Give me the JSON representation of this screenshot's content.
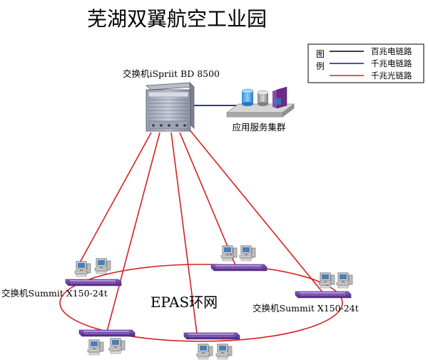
{
  "title": "芜湖双翼航空工业园",
  "core_switch_label": "交换机iSpriit BD 8500",
  "server_cluster_label": "应用服务集群",
  "ring_label": "EPAS环网",
  "left_switch_label": "交换机Summit X150-24t",
  "right_switch_label": "交换机Summit X150-24t",
  "legend": {
    "heading": "图例",
    "entries": [
      {
        "label": "百兆电链路",
        "color": "#000000"
      },
      {
        "label": "千兆电链路",
        "color": "#1a1a8c"
      },
      {
        "label": "千兆光链路",
        "color": "#d62020"
      }
    ]
  },
  "colors": {
    "fiber_link": "#d62020",
    "copper_link": "#1a1a8c",
    "switch_body": "#6a3f9e"
  }
}
